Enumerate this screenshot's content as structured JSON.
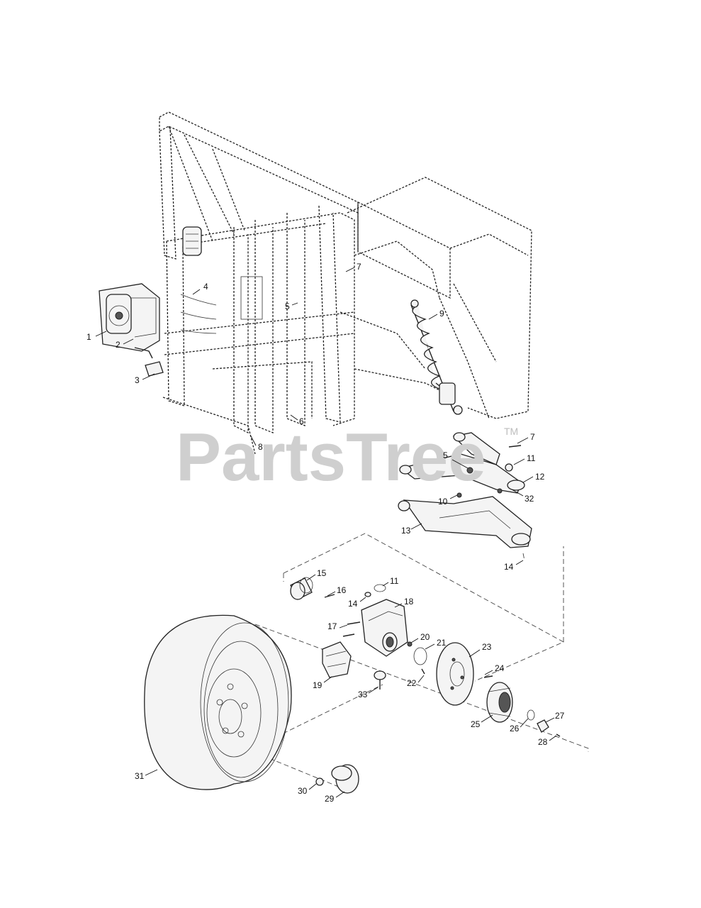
{
  "watermark": {
    "text": "PartsTree",
    "trademark": "TM"
  },
  "callouts": [
    {
      "id": "c1",
      "label": "1"
    },
    {
      "id": "c2",
      "label": "2"
    },
    {
      "id": "c3",
      "label": "3"
    },
    {
      "id": "c4",
      "label": "4"
    },
    {
      "id": "c5a",
      "label": "5"
    },
    {
      "id": "c6",
      "label": "6"
    },
    {
      "id": "c7a",
      "label": "7"
    },
    {
      "id": "c8",
      "label": "8"
    },
    {
      "id": "c9",
      "label": "9"
    },
    {
      "id": "c7b",
      "label": "7"
    },
    {
      "id": "c5b",
      "label": "5"
    },
    {
      "id": "c11a",
      "label": "11"
    },
    {
      "id": "c12",
      "label": "12"
    },
    {
      "id": "c32",
      "label": "32"
    },
    {
      "id": "c10",
      "label": "10"
    },
    {
      "id": "c13",
      "label": "13"
    },
    {
      "id": "c14a",
      "label": "14"
    },
    {
      "id": "c15",
      "label": "15"
    },
    {
      "id": "c16",
      "label": "16"
    },
    {
      "id": "c11b",
      "label": "11"
    },
    {
      "id": "c14b",
      "label": "14"
    },
    {
      "id": "c18",
      "label": "18"
    },
    {
      "id": "c17",
      "label": "17"
    },
    {
      "id": "c20",
      "label": "20"
    },
    {
      "id": "c21",
      "label": "21"
    },
    {
      "id": "c23",
      "label": "23"
    },
    {
      "id": "c24",
      "label": "24"
    },
    {
      "id": "c19",
      "label": "19"
    },
    {
      "id": "c33",
      "label": "33"
    },
    {
      "id": "c22",
      "label": "22"
    },
    {
      "id": "c25",
      "label": "25"
    },
    {
      "id": "c26",
      "label": "26"
    },
    {
      "id": "c27",
      "label": "27"
    },
    {
      "id": "c28",
      "label": "28"
    },
    {
      "id": "c31",
      "label": "31"
    },
    {
      "id": "c30",
      "label": "30"
    },
    {
      "id": "c29",
      "label": "29"
    }
  ]
}
